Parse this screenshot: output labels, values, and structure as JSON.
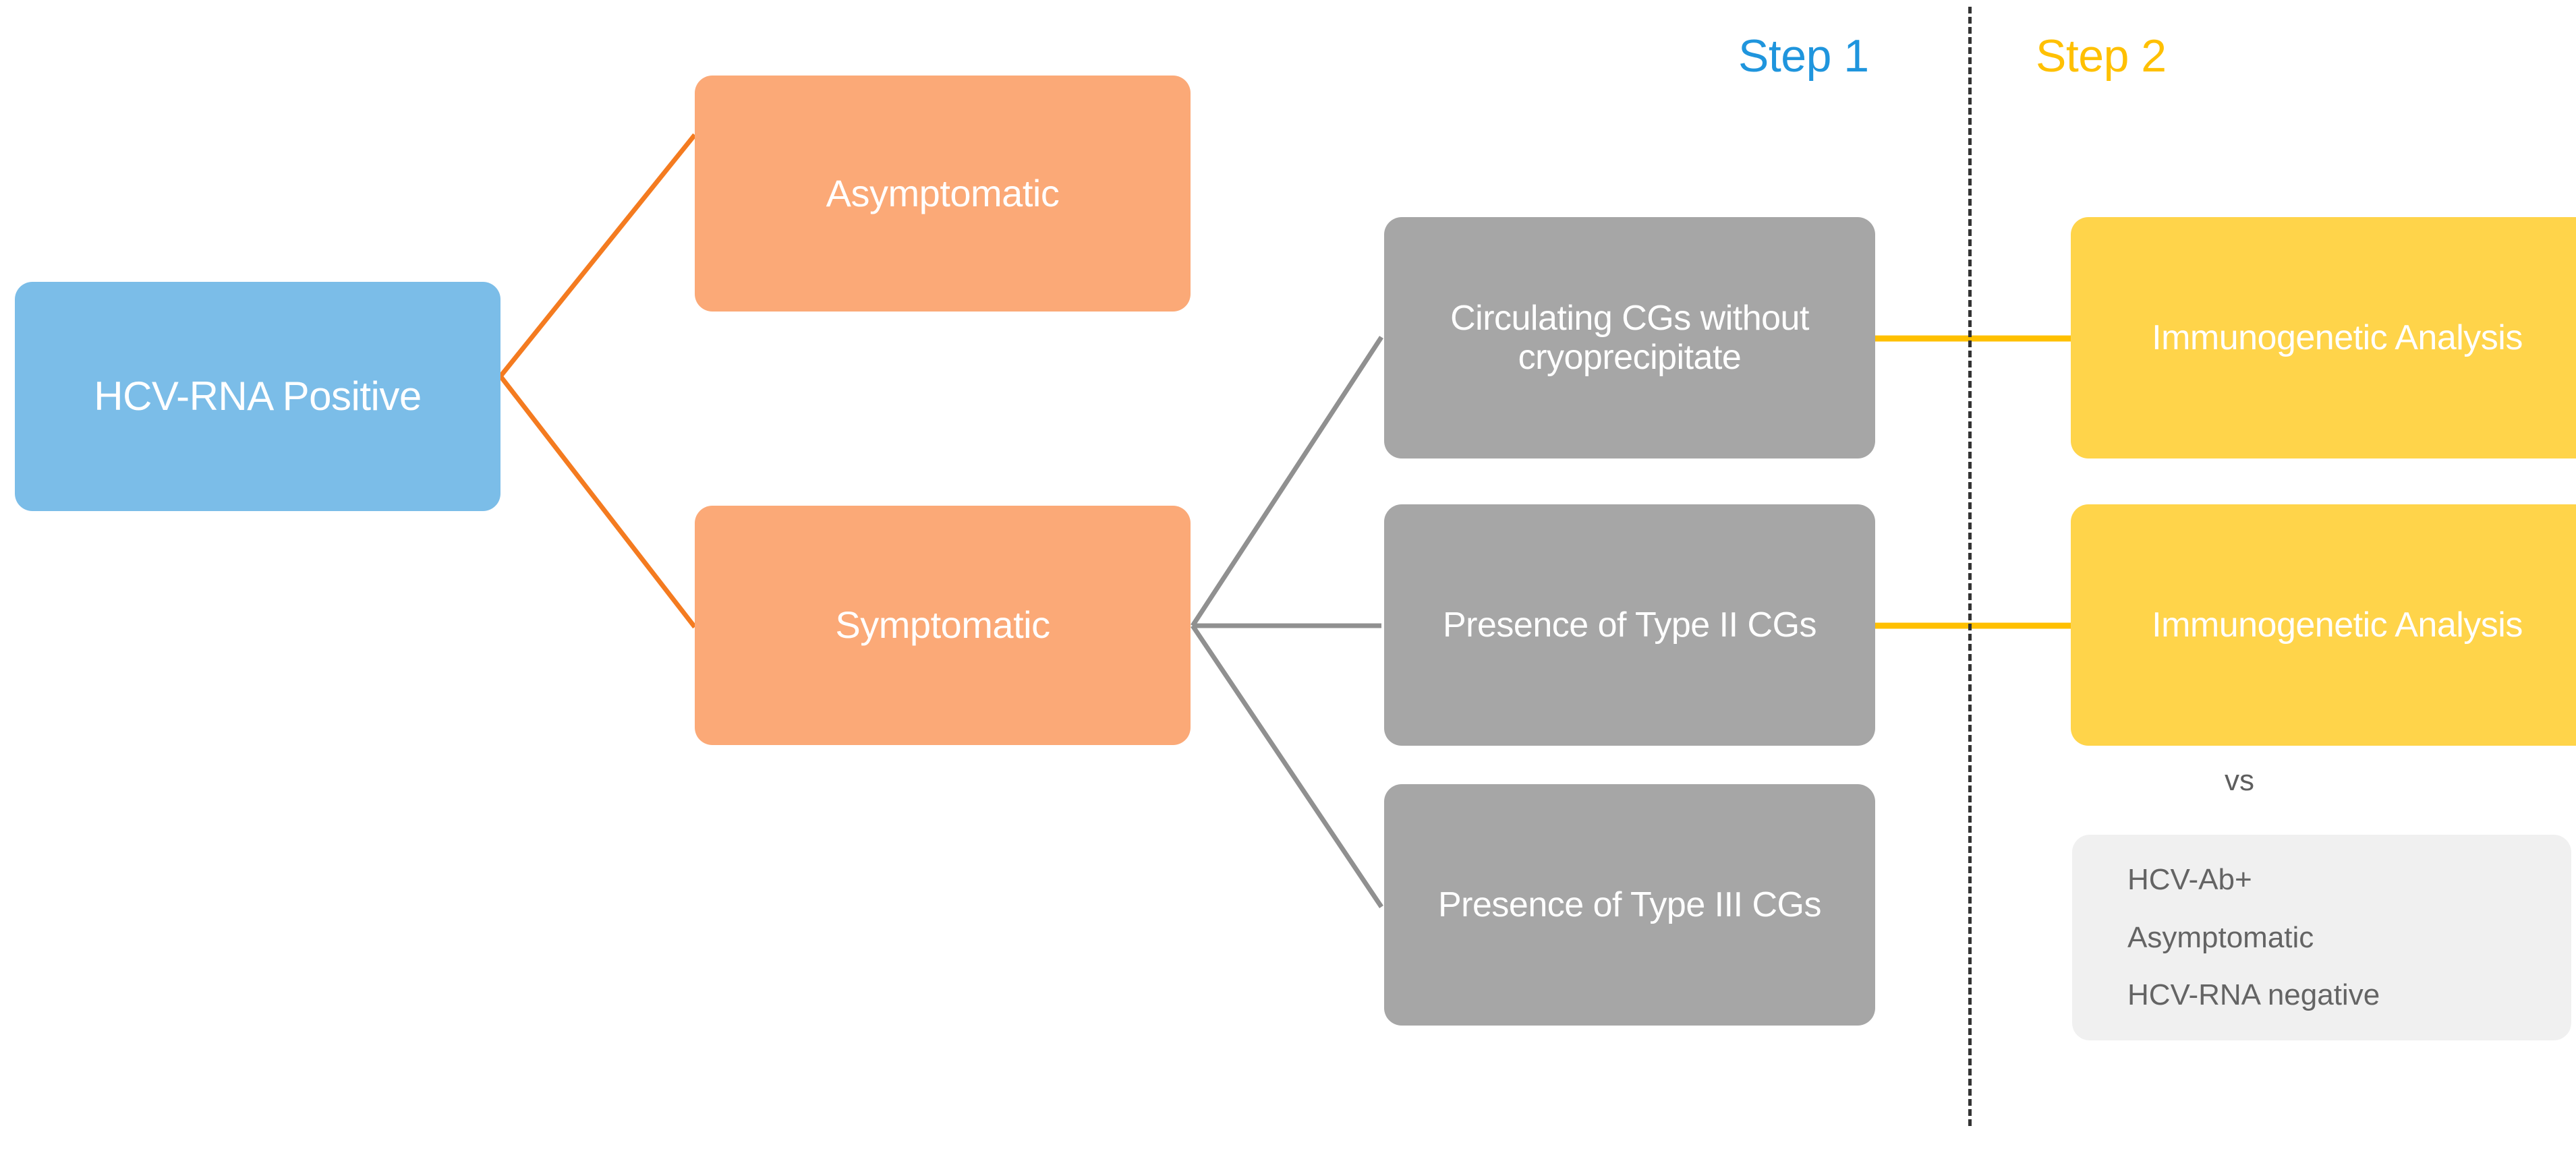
{
  "diagram": {
    "title_steps": {
      "step1": {
        "label": "Step 1",
        "color": "#1f95dd"
      },
      "step2": {
        "label": "Step 2",
        "color": "#ffc000"
      }
    },
    "nodes": {
      "root": {
        "label": "HCV-RNA Positive",
        "color": "#7bbde8"
      },
      "asymptomatic": {
        "label": "Asymptomatic",
        "color": "#fba977"
      },
      "symptomatic": {
        "label": "Symptomatic",
        "color": "#fba977"
      },
      "cg_without_cryo": {
        "label": "Circulating CGs without cryoprecipitate",
        "color": "#a6a6a6"
      },
      "type_ii": {
        "label": "Presence of Type II CGs",
        "color": "#a6a6a6"
      },
      "type_iii": {
        "label": "Presence of Type III CGs",
        "color": "#a6a6a6"
      },
      "immuno_top": {
        "label": "Immunogenetic Analysis",
        "color": "#ffd44a"
      },
      "immuno_mid": {
        "label": "Immunogenetic Analysis",
        "color": "#ffd44a"
      },
      "comparator": {
        "line1": "HCV-Ab+",
        "line2": "Asymptomatic",
        "line3": "HCV-RNA negative",
        "color": "#f0f0f0"
      }
    },
    "vs_label": "vs",
    "edge_colors": {
      "branch_orange": "#f47b20",
      "branch_gray": "#909090",
      "link_yellow": "#ffc000",
      "divider_dashed": "#333333"
    }
  }
}
